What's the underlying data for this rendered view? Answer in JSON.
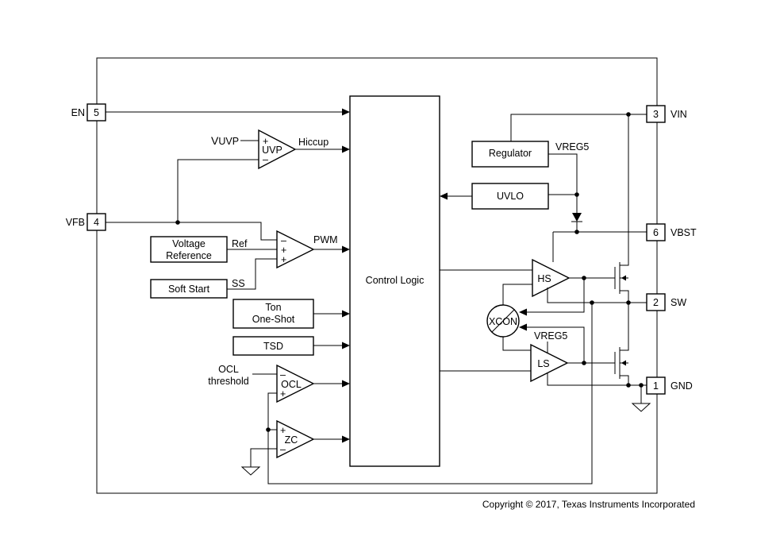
{
  "pins": {
    "en": {
      "name": "EN",
      "number": "5"
    },
    "vfb": {
      "name": "VFB",
      "number": "4"
    },
    "vin": {
      "name": "VIN",
      "number": "3"
    },
    "vbst": {
      "name": "VBST",
      "number": "6"
    },
    "sw": {
      "name": "SW",
      "number": "2"
    },
    "gnd": {
      "name": "GND",
      "number": "1"
    }
  },
  "blocks": {
    "control_logic": "Control Logic",
    "regulator": "Regulator",
    "uvlo": "UVLO",
    "voltage_reference_line1": "Voltage",
    "voltage_reference_line2": "Reference",
    "soft_start": "Soft Start",
    "ton_line1": "Ton",
    "ton_line2": "One-Shot",
    "tsd": "TSD",
    "xcon": "XCON"
  },
  "amplifiers": {
    "uvp": "UVP",
    "ocl": "OCL",
    "zc": "ZC",
    "hs": "HS",
    "ls": "LS"
  },
  "signals": {
    "vuvp_main": "V",
    "vuvp_sub": "UVP",
    "hiccup": "Hiccup",
    "pwm": "PWM",
    "ref": "Ref",
    "ss": "SS",
    "vreg5_top": "VREG5",
    "vreg5_ls": "VREG5",
    "ocl_threshold_line1": "OCL",
    "ocl_threshold_line2": "threshold"
  },
  "signs": {
    "plus": "+",
    "minus": "–"
  },
  "copyright": "Copyright © 2017, Texas Instruments Incorporated"
}
